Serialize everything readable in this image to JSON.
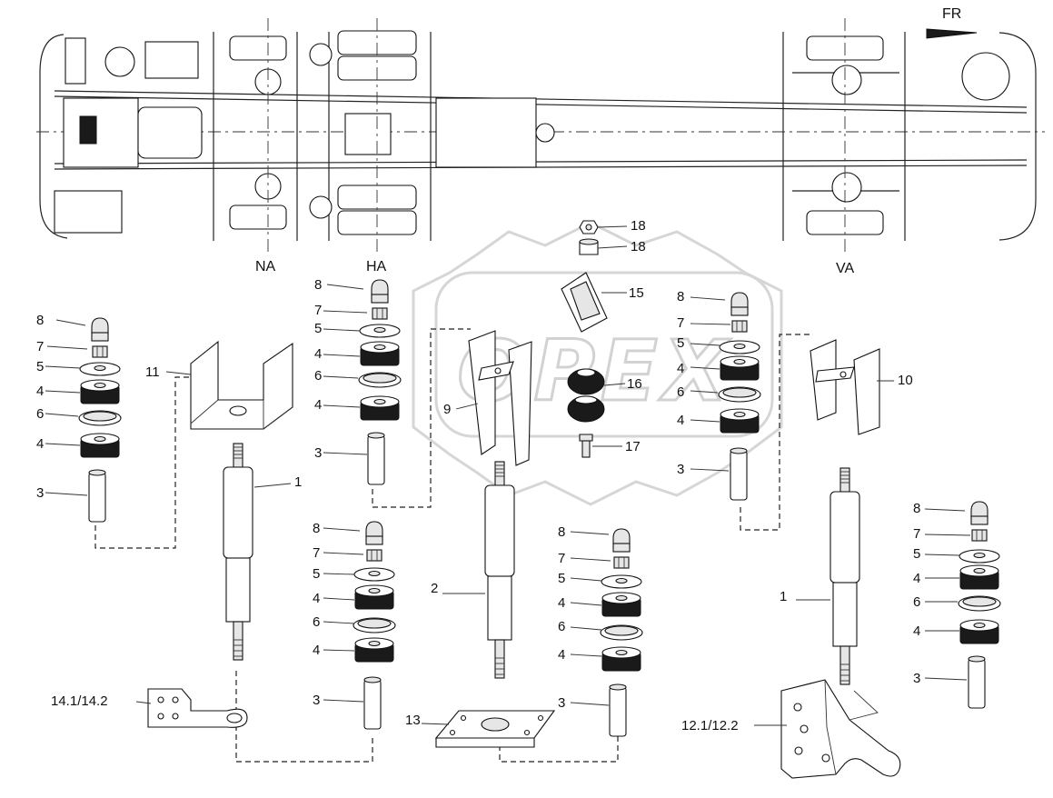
{
  "header": {
    "direction_label": "FR"
  },
  "axles": {
    "na": "NA",
    "ha": "HA",
    "va": "VA"
  },
  "watermark": {
    "text": "OPEX"
  },
  "callouts": {
    "s1": {
      "p8": "8",
      "p7": "7",
      "p5": "5",
      "p4a": "4",
      "p6": "6",
      "p4b": "4",
      "p3": "3"
    },
    "bracket11": "11",
    "shock1_left": "1",
    "s2": {
      "p8": "8",
      "p7": "7",
      "p5": "5",
      "p4a": "4",
      "p6": "6",
      "p4b": "4",
      "p3": "3"
    },
    "s3": {
      "p8": "8",
      "p7": "7",
      "p5": "5",
      "p4a": "4",
      "p6": "6",
      "p4b": "4",
      "p3": "3"
    },
    "bracket9": "9",
    "shock2": "2",
    "plate13": "13",
    "bracket14": "14.1/14.2",
    "p18a": "18",
    "p18b": "18",
    "p15": "15",
    "p16": "16",
    "p17": "17",
    "s4": {
      "p8": "8",
      "p7": "7",
      "p5": "5",
      "p4a": "4",
      "p6": "6",
      "p4b": "4",
      "p3": "3"
    },
    "s5": {
      "p8": "8",
      "p7": "7",
      "p5": "5",
      "p4a": "4",
      "p6": "6",
      "p4b": "4",
      "p3": "3"
    },
    "bracket10": "10",
    "shock1_right": "1",
    "s6": {
      "p8": "8",
      "p7": "7",
      "p5": "5",
      "p4a": "4",
      "p6": "6",
      "p4b": "4",
      "p3": "3"
    },
    "bracket12": "12.1/12.2"
  }
}
